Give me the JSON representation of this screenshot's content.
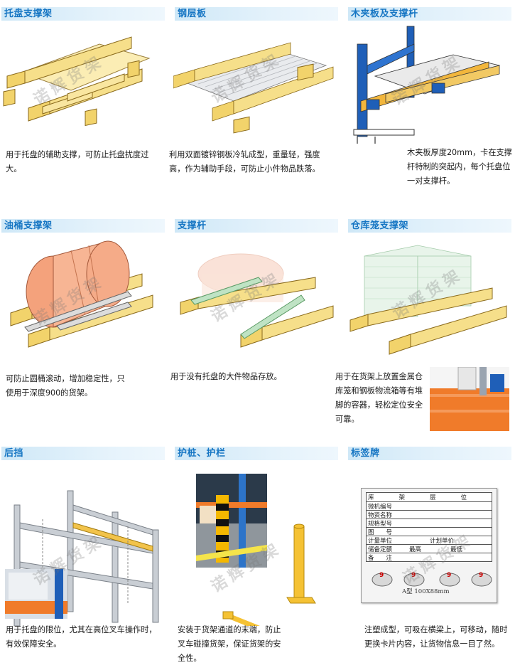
{
  "watermark": "诺辉货架",
  "items": [
    {
      "title": "托盘支撑架",
      "desc": "用于托盘的辅助支撑，可防止托盘扰度过大。"
    },
    {
      "title": "钢层板",
      "desc": "利用双面镀锌钢板冷轧成型，重量轻，强度高，作为辅助手段，可防止小件物品跌落。"
    },
    {
      "title": "木夹板及支撑杆",
      "desc": "木夹板厚度20mm，卡在支撑杆特制的突起内，每个托盘位一对支撑杆。"
    },
    {
      "title": "油桶支撑架",
      "desc": "可防止圆桶滚动，增加稳定性，只使用于深度900的货架。"
    },
    {
      "title": "支撑杆",
      "desc": "用于没有托盘的大件物品存放。"
    },
    {
      "title": "仓库笼支撑架",
      "desc": "用于在货架上放置金属仓库笼和钢板物流箱等有堆脚的容器，轻松定位安全可靠。"
    },
    {
      "title": "后挡",
      "desc": "用于托盘的限位，尤其在高位叉车操作时，有效保障安全。"
    },
    {
      "title": "护桩、护栏",
      "desc": "安装于货架通道的末端，防止叉车碰撞货架，保证货架的安全性。"
    },
    {
      "title": "标签牌",
      "desc": "注塑成型，可吸在横梁上，可移动，随时更换卡片内容，让货物信息一目了然。"
    }
  ],
  "label_card": {
    "header": [
      "库",
      "架",
      "层",
      "位"
    ],
    "rows": [
      "微机编号",
      "物资名称",
      "规格型号",
      "图　　号"
    ],
    "unit_left": "计量单位",
    "unit_right": "计划单价",
    "quota_left": "储备定额",
    "quota_mid": "最高",
    "quota_right": "最低",
    "note": "备　　注",
    "type_caption": "A型 100X88mm",
    "clip_label": "9"
  },
  "colors": {
    "accent": "#1575c3",
    "wood": "#f2d36b",
    "blue_frame": "#1f5fb8",
    "orange_beam": "#f07b2a"
  }
}
